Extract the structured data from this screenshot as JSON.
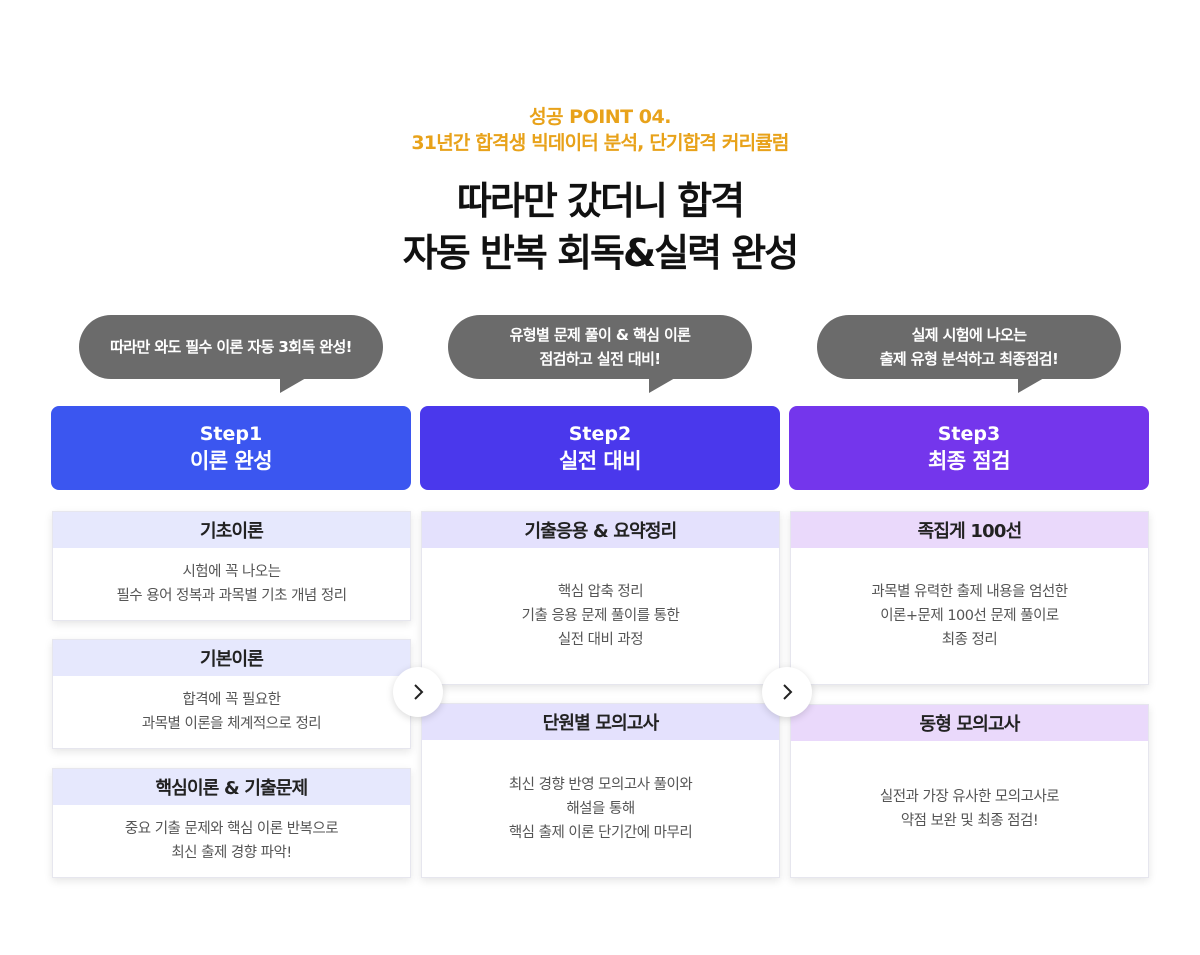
{
  "header": {
    "sub1": "성공 POINT 04.",
    "sub2": "31년간 합격생 빅데이터 분석, 단기합격 커리큘럼",
    "title1": "따라만 갔더니 합격",
    "title2": "자동 반복 회독&실력 완성"
  },
  "bubbles": [
    {
      "line1": "따라만 와도 필수 이론 자동 3회독 완성!",
      "line2": ""
    },
    {
      "line1": "유형별 문제 풀이 & 핵심 이론",
      "line2": "점검하고 실전 대비!"
    },
    {
      "line1": "실제 시험에 나오는",
      "line2": "출제 유형 분석하고 최종점검!"
    }
  ],
  "steps": [
    {
      "num": "Step1",
      "name": "이론 완성",
      "color": "#3b56f0"
    },
    {
      "num": "Step2",
      "name": "실전 대비",
      "color": "#4a38ec"
    },
    {
      "num": "Step3",
      "name": "최종 점검",
      "color": "#7436ec"
    }
  ],
  "col1": [
    {
      "title": "기초이론",
      "lines": [
        "시험에 꼭 나오는",
        "필수 용어 정복과 과목별 기초 개념 정리"
      ]
    },
    {
      "title": "기본이론",
      "lines": [
        "합격에 꼭 필요한",
        "과목별 이론을 체계적으로 정리"
      ]
    },
    {
      "title": "핵심이론 & 기출문제",
      "lines": [
        "중요 기출 문제와 핵심 이론 반복으로",
        "최신 출제 경향 파악!"
      ]
    }
  ],
  "col2": [
    {
      "title": "기출응용 & 요약정리",
      "lines": [
        "핵심 압축 정리",
        "기출 응용 문제 풀이를 통한",
        "실전 대비 과정"
      ]
    },
    {
      "title": "단원별 모의고사",
      "lines": [
        "최신 경향 반영 모의고사 풀이와",
        "해설을 통해",
        "핵심 출제 이론 단기간에 마무리"
      ]
    }
  ],
  "col3": [
    {
      "title": "족집게 100선",
      "lines": [
        "과목별 유력한 출제 내용을 엄선한",
        "이론+문제 100선 문제 풀이로",
        "최종 정리"
      ]
    },
    {
      "title": "동형 모의고사",
      "lines": [
        "실전과 가장 유사한 모의고사로",
        "약점 보완 및 최종 점검!"
      ]
    }
  ],
  "icons": {
    "arrow": "chevron-right-icon"
  }
}
